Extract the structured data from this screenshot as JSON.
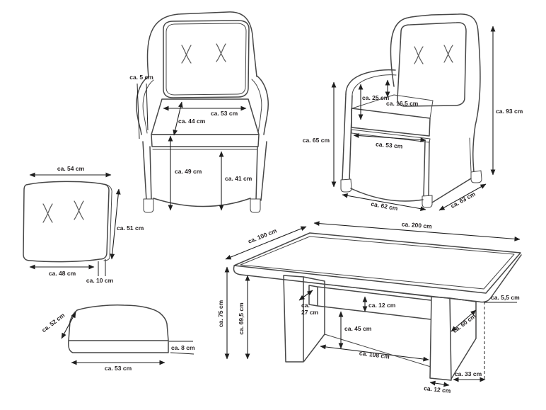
{
  "diagram": {
    "front_chair": {
      "arm_tube": "ca. 5 cm",
      "seat_width": "ca. 53 cm",
      "seat_depth": "ca. 44 cm",
      "seat_height": "ca. 49 cm",
      "clearance": "ca. 41 cm"
    },
    "side_chair": {
      "armrest_to_seat": "ca. 25 cm",
      "cushion_height": "ca. 16,5 cm",
      "armrest_height": "ca. 65 cm",
      "total_height": "ca. 93 cm",
      "seat_width": "ca. 53 cm",
      "width": "ca. 62 cm",
      "depth": "ca. 63 cm"
    },
    "back_cushion": {
      "width_top": "ca. 54 cm",
      "height": "ca. 51 cm",
      "width_bottom": "ca. 48 cm",
      "thickness": "ca. 10 cm"
    },
    "seat_cushion": {
      "depth": "ca. 52 cm",
      "thickness": "ca. 8 cm",
      "width": "ca. 53 cm"
    },
    "table": {
      "depth": "ca. 100 cm",
      "length": "ca. 200 cm",
      "top_thickness": "ca. 5,5 cm",
      "height": "ca. 75 cm",
      "clearance": "ca. 69,5 cm",
      "shelf_depth_line1": "ca.",
      "shelf_depth_line2": "27 cm",
      "shelf_height": "ca. 12 cm",
      "shelf_to_floor": "ca. 45 cm",
      "inner_length": "ca. 108 cm",
      "leg_panel_depth": "ca. 60 cm",
      "leg_base_depth": "ca. 33 cm",
      "leg_width": "ca. 12 cm"
    },
    "colors": {
      "background": "#ffffff",
      "drawing_line": "#474747",
      "dimension_line": "#1f1f1f",
      "label_text": "#231f20"
    }
  }
}
